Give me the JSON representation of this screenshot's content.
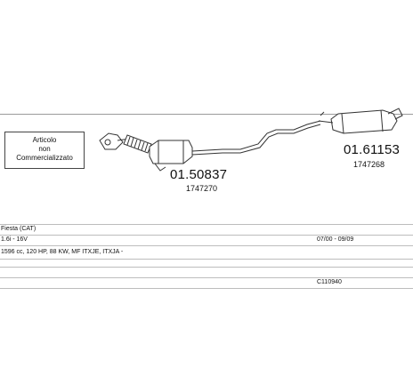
{
  "notice_box": {
    "line1": "Articolo",
    "line2": "non",
    "line3": "Commercializzato"
  },
  "parts": [
    {
      "code": "01.50837",
      "ref": "1747270"
    },
    {
      "code": "01.61153",
      "ref": "1747268"
    }
  ],
  "info": {
    "vehicle": "Fiesta (CAT)",
    "engine": "1.6i - 16V",
    "period": "07/00 - 09/09",
    "details": "1596 cc, 120 HP, 88 KW, MF ITXJE, ITXJA -",
    "code": "C110940"
  },
  "colors": {
    "line": "#9a9a9a",
    "stroke": "#333333"
  }
}
